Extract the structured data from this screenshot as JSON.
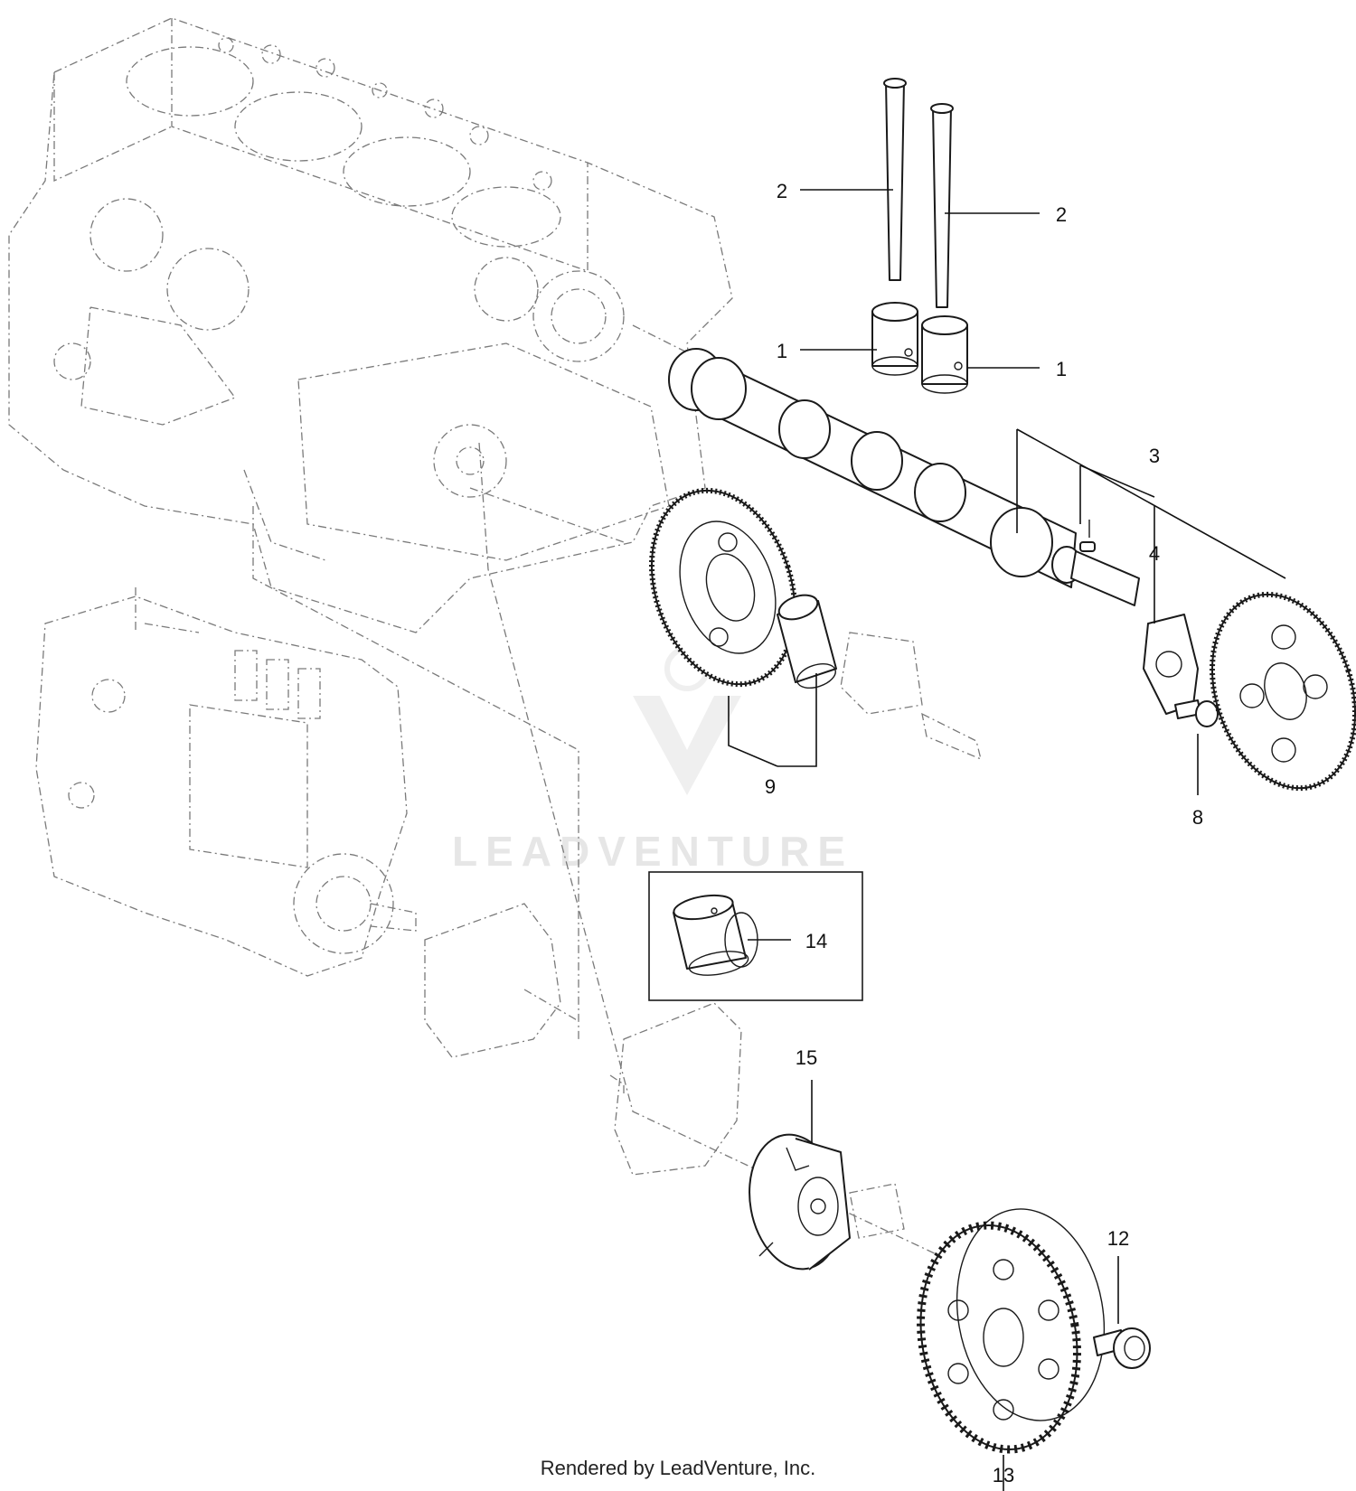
{
  "callouts": [
    {
      "id": "c1a",
      "label": "1"
    },
    {
      "id": "c1b",
      "label": "1"
    },
    {
      "id": "c2a",
      "label": "2"
    },
    {
      "id": "c2b",
      "label": "2"
    },
    {
      "id": "c3",
      "label": "3"
    },
    {
      "id": "c4",
      "label": "4"
    },
    {
      "id": "c8",
      "label": "8"
    },
    {
      "id": "c9",
      "label": "9"
    },
    {
      "id": "c12",
      "label": "12"
    },
    {
      "id": "c13",
      "label": "13"
    },
    {
      "id": "c14",
      "label": "14"
    },
    {
      "id": "c15",
      "label": "15"
    }
  ],
  "watermark": "LEADVENTURE",
  "footer": "Rendered by LeadVenture, Inc.",
  "colors": {
    "line": "#1a1a1a",
    "ghost": "#7a7a7a",
    "watermark": "#e6e6e6"
  }
}
